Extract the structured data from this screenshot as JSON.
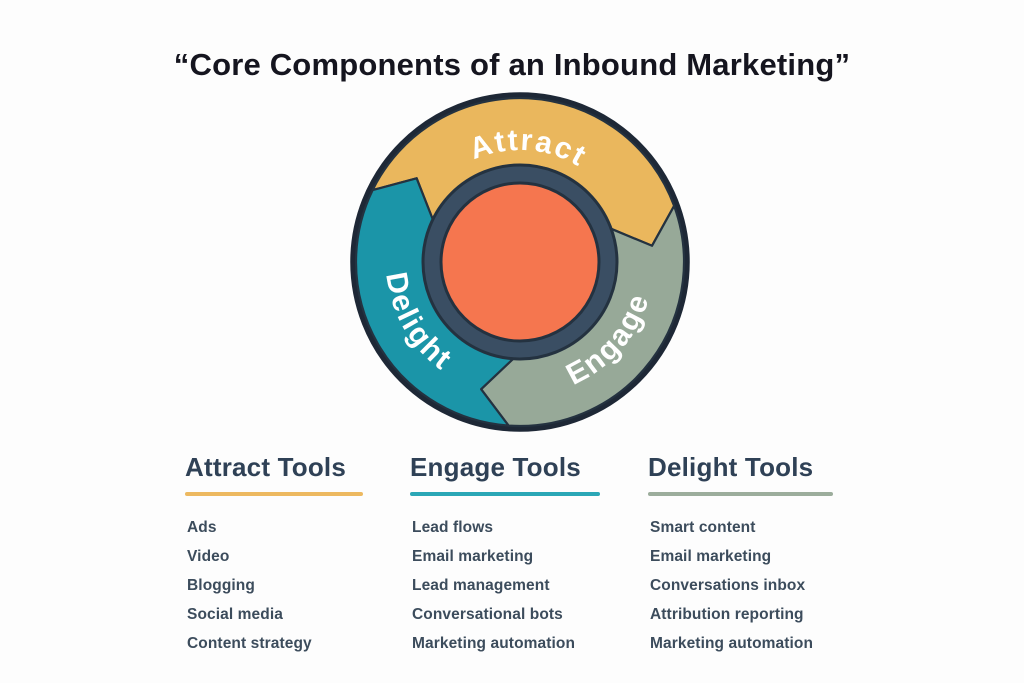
{
  "title": "“Core Components of an Inbound Marketing”",
  "flywheel": {
    "segments": [
      {
        "label": "Attract",
        "color": "#EAB75D"
      },
      {
        "label": "Engage",
        "color": "#97A998"
      },
      {
        "label": "Delight",
        "color": "#1B95A8"
      }
    ],
    "label_color": "#FFFFFF",
    "hub_color": "#F5764F",
    "ring_color": "#3A4E63",
    "outline_color": "#243240",
    "rim_color": "#1E2836"
  },
  "columns": [
    {
      "heading": "Attract Tools",
      "accent": "#EDB960",
      "items": [
        "Ads",
        "Video",
        "Blogging",
        "Social media",
        "Content strategy"
      ]
    },
    {
      "heading": "Engage Tools",
      "accent": "#2BA7B6",
      "items": [
        "Lead flows",
        "Email marketing",
        "Lead management",
        "Conversational bots",
        "Marketing automation"
      ]
    },
    {
      "heading": "Delight Tools",
      "accent": "#9CAD9C",
      "items": [
        "Smart content",
        "Email marketing",
        "Conversations inbox",
        "Attribution reporting",
        "Marketing automation"
      ]
    }
  ]
}
